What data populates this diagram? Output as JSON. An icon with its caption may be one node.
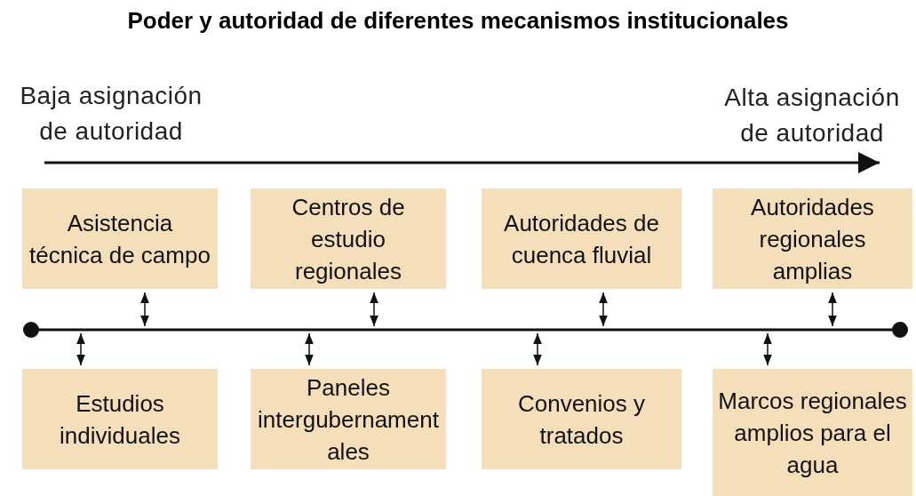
{
  "diagram": {
    "title": "Poder y autoridad de diferentes mecanismos institucionales",
    "nodes": [
      {
        "text": [
          "Asistencia técnica de campo"
        ]
      },
      {
        "text": [
          "Centros de estudio regionales"
        ]
      },
      {
        "text": [
          "Autoridades de cuenca fluvial"
        ]
      },
      {
        "text": [
          "Autoridades regionales amplias"
        ]
      },
      {
        "text": [
          "Estudios individuales"
        ]
      },
      {
        "text": [
          "Paneles intergubernamentales"
        ]
      },
      {
        "text": [
          "Convenios y tratados"
        ]
      },
      {
        "text": [
          "Marcos regionales amplios para el agua"
        ]
      },
      {
        "text": [],
        "shape": "bar"
      }
    ],
    "edges": [
      {
        "from": 0,
        "to": 8,
        "arrow": "both"
      },
      {
        "from": 1,
        "to": 8,
        "arrow": "both"
      },
      {
        "from": 2,
        "to": 8,
        "arrow": "both"
      },
      {
        "from": 3,
        "to": 8,
        "arrow": "both"
      },
      {
        "from": 4,
        "to": 8,
        "arrow": "both"
      },
      {
        "from": 5,
        "to": 8,
        "arrow": "both"
      },
      {
        "from": 6,
        "to": 8,
        "arrow": "both"
      },
      {
        "from": 7,
        "to": 8,
        "arrow": "both"
      }
    ],
    "labels": [
      "Baja asignación de autoridad",
      "Alta asignación de autoridad"
    ]
  }
}
